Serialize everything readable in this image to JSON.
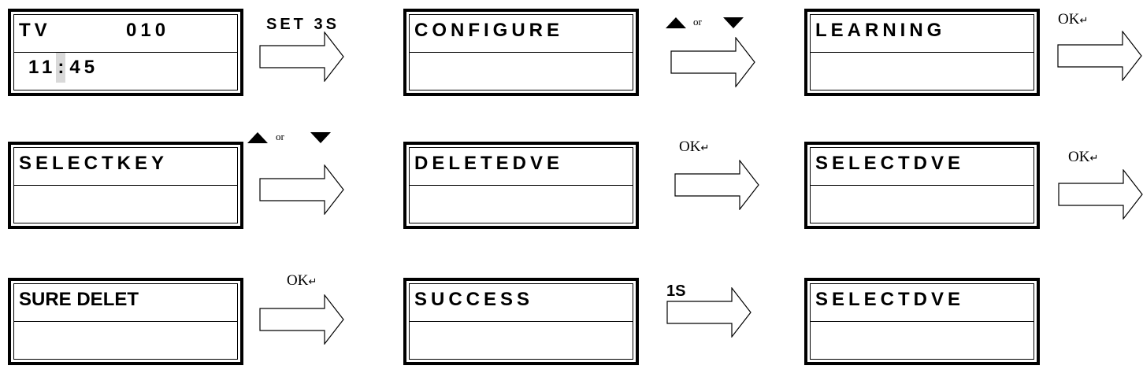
{
  "screens": [
    {
      "line1": "TV",
      "line1_right": "010",
      "line2_hh": "11",
      "line2_sep": ":",
      "line2_mm": "45"
    },
    {
      "line1": "CONFIGURE"
    },
    {
      "line1": "LEARNING"
    },
    {
      "line1": "SELECTKEY"
    },
    {
      "line1": "DELETEDVE"
    },
    {
      "line1": "SELECTDVE"
    },
    {
      "line1": "SURE DELET"
    },
    {
      "line1": "SUCCESS"
    },
    {
      "line1": "SELECTDVE"
    }
  ],
  "transitions": {
    "set_3s": "SET 3S",
    "or_text": "or",
    "ok": "OK",
    "enter_glyph": "↵",
    "one_s": "1S"
  },
  "icons": {
    "up": "up-triangle-icon",
    "down": "down-triangle-icon",
    "arrow": "right-arrow-icon"
  }
}
